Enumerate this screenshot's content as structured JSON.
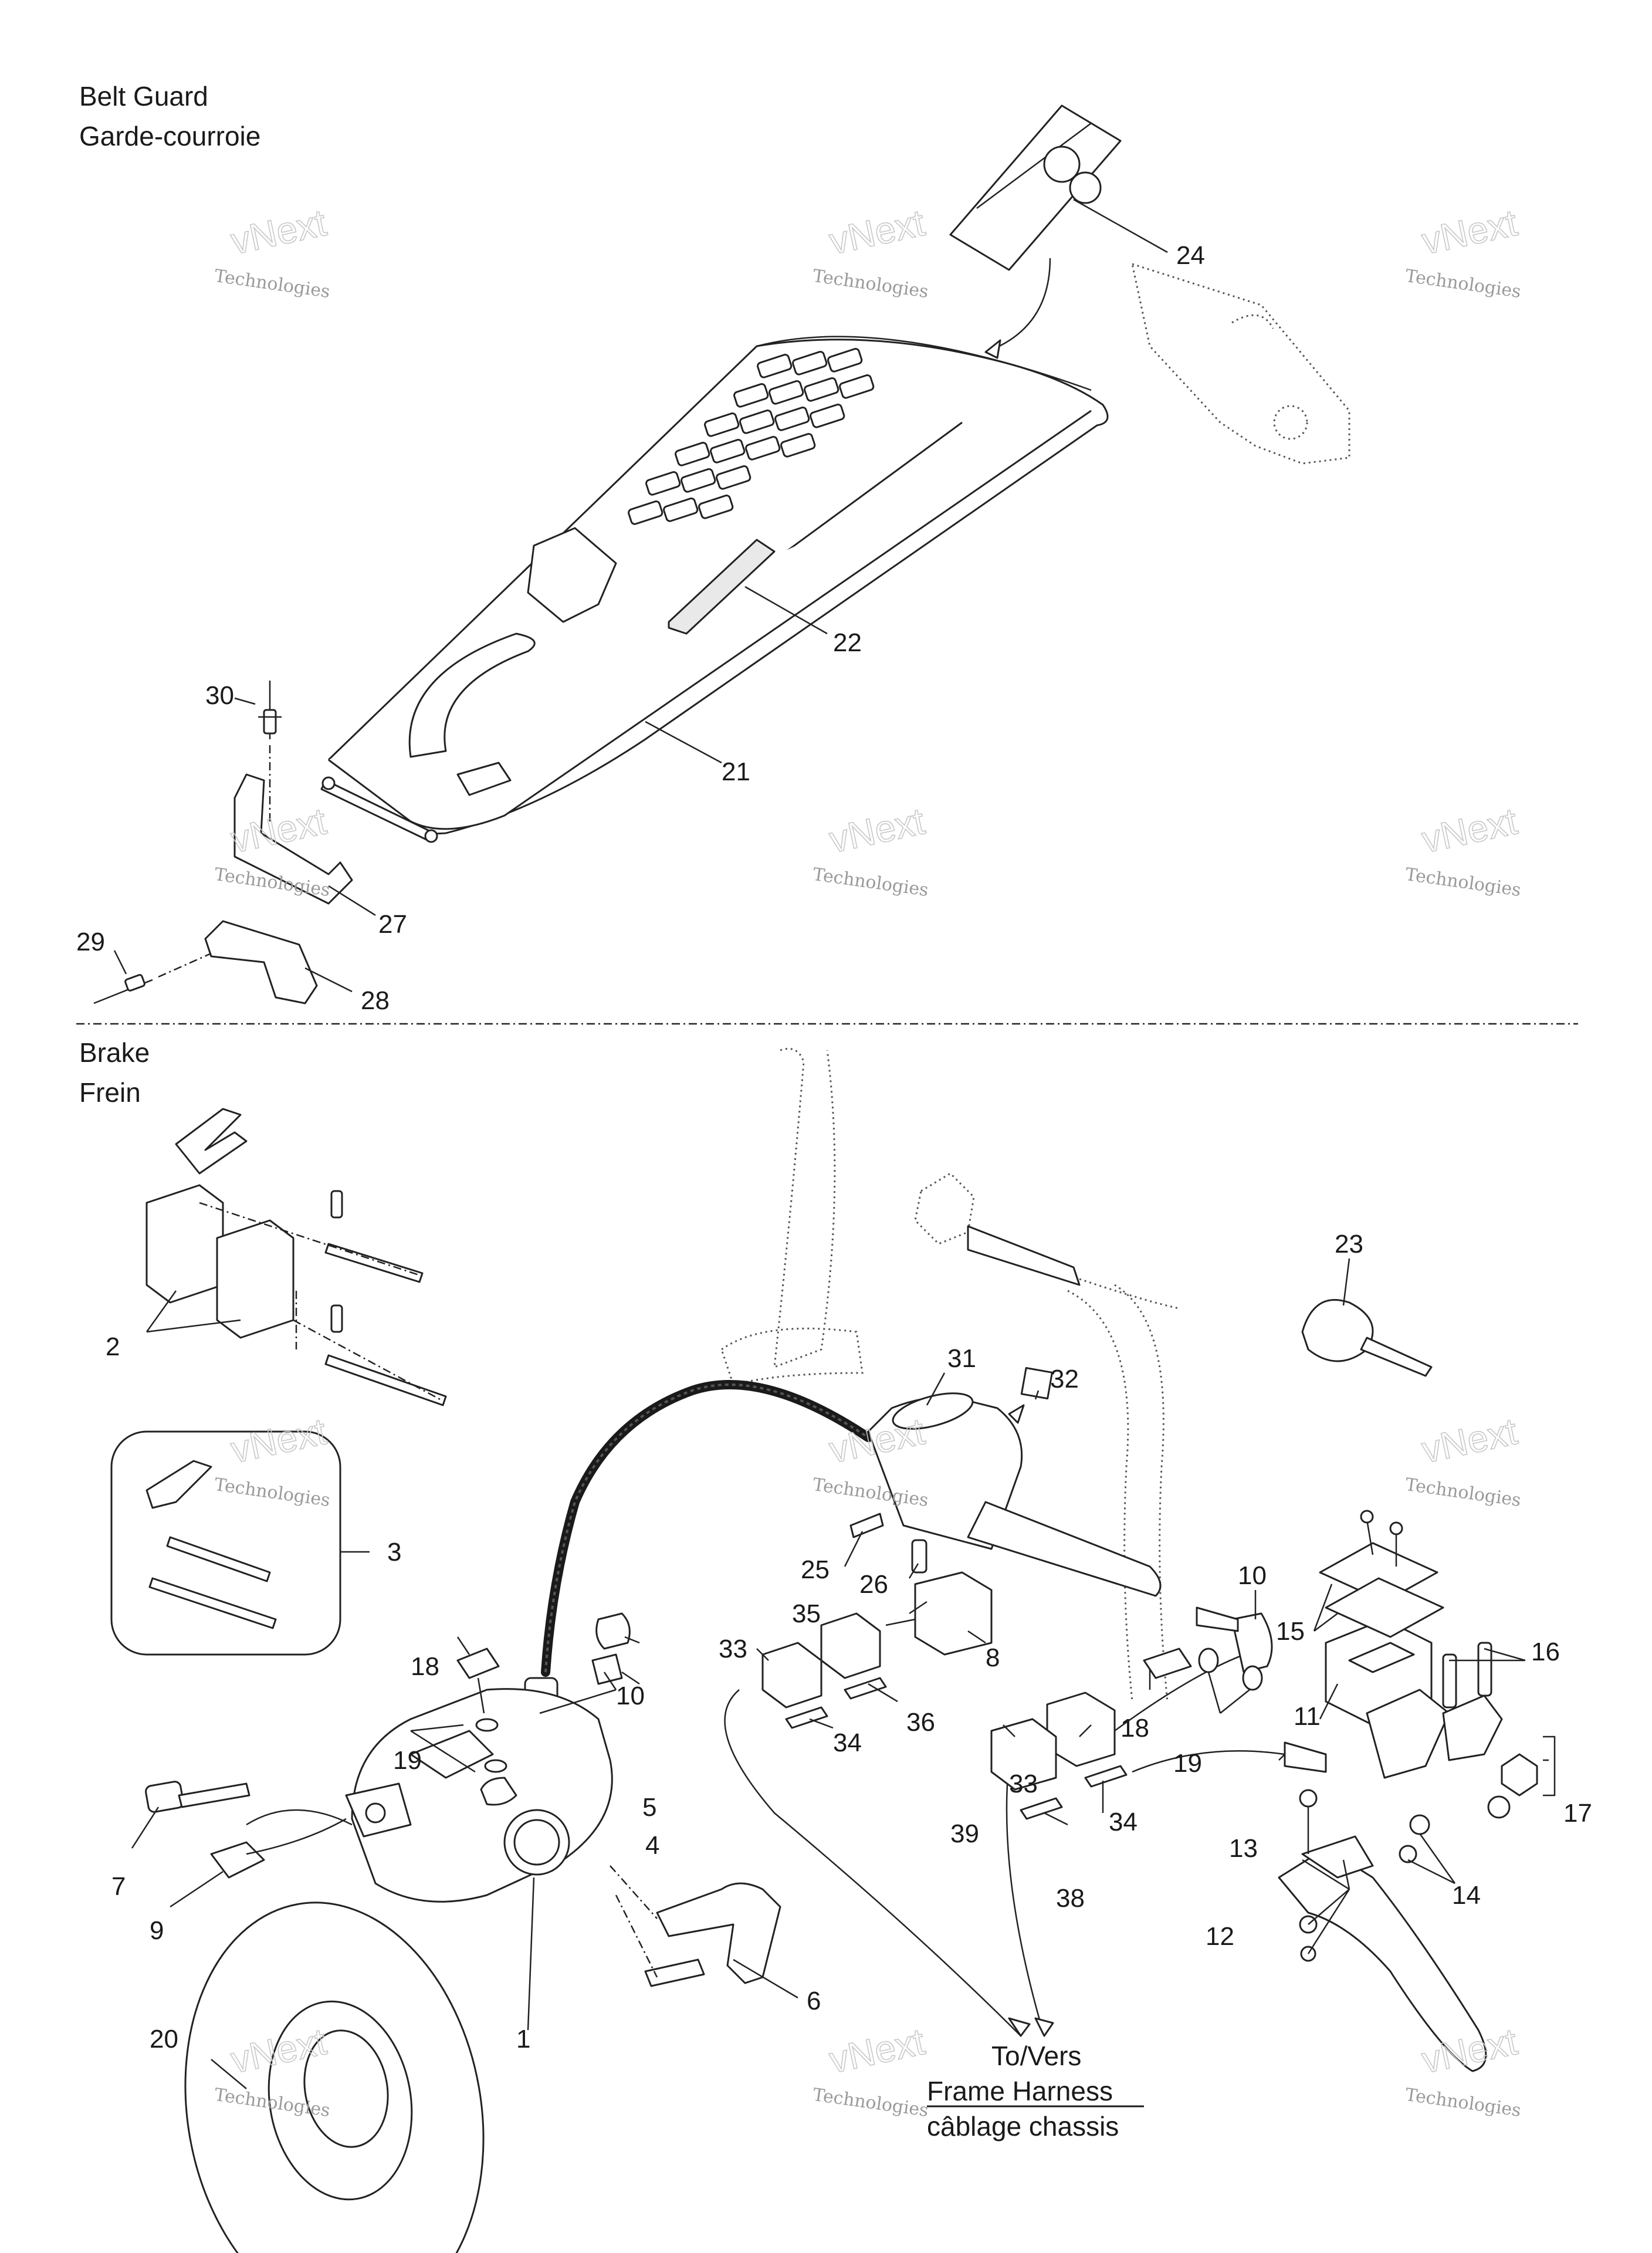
{
  "sections": {
    "belt_guard": {
      "title_en": "Belt Guard",
      "title_fr": "Garde-courroie"
    },
    "brake": {
      "title_en": "Brake",
      "title_fr": "Frein"
    }
  },
  "watermark": {
    "line1": "vNext",
    "line2": "Technologies"
  },
  "destination": {
    "line1": "To/Vers",
    "line2": "Frame Harness",
    "line3": "câblage chassis"
  },
  "callouts": {
    "c1": "1",
    "c2": "2",
    "c3": "3",
    "c4": "4",
    "c5": "5",
    "c6": "6",
    "c7": "7",
    "c8": "8",
    "c9": "9",
    "c10a": "10",
    "c10b": "10",
    "c11": "11",
    "c12": "12",
    "c13": "13",
    "c14": "14",
    "c15": "15",
    "c16": "16",
    "c17": "17",
    "c18a": "18",
    "c18b": "18",
    "c19a": "19",
    "c19b": "19",
    "c20": "20",
    "c21": "21",
    "c22": "22",
    "c23": "23",
    "c24": "24",
    "c25": "25",
    "c26": "26",
    "c27": "27",
    "c28": "28",
    "c29": "29",
    "c30": "30",
    "c31": "31",
    "c32": "32",
    "c33a": "33",
    "c33b": "33",
    "c34a": "34",
    "c34b": "34",
    "c35": "35",
    "c36": "36",
    "c38": "38",
    "c39": "39"
  },
  "colors": {
    "ink": "#1a1a1a",
    "watermark": "#9a9a9a",
    "paper": "#ffffff"
  }
}
